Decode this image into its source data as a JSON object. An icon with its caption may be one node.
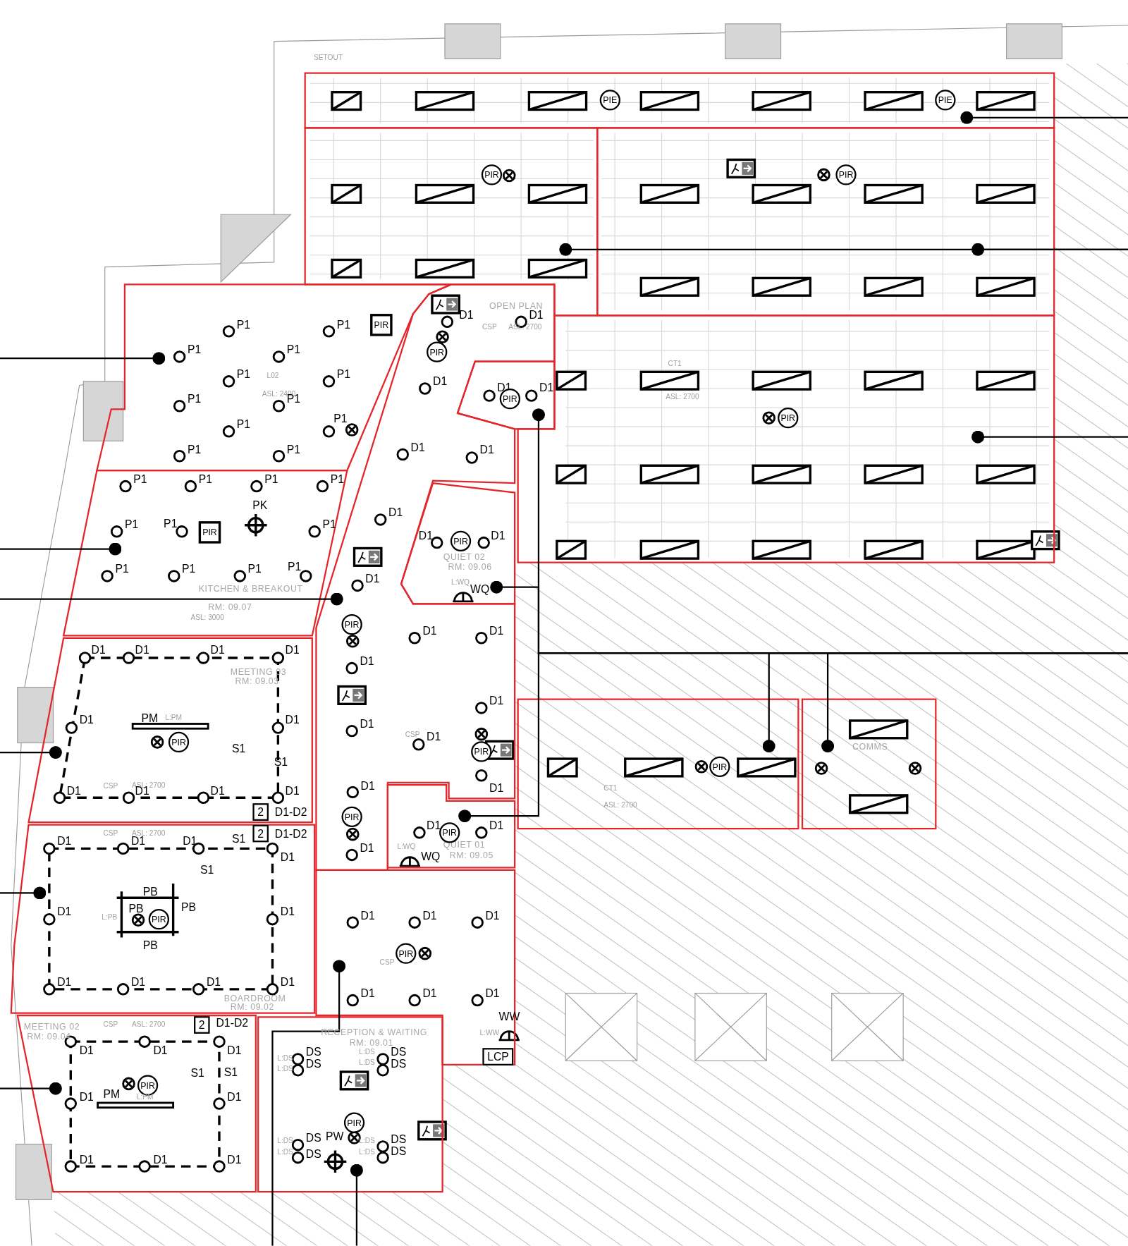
{
  "diagram": {
    "nodes": [
      {
        "text": [],
        "shape": "box"
      },
      {
        "text": [],
        "shape": "box"
      },
      {
        "text": [],
        "shape": "box"
      },
      {
        "text": [],
        "shape": "box"
      },
      {
        "text": [
          "OPEN PLAN"
        ]
      },
      {
        "text": [],
        "shape": "box"
      },
      {
        "text": [],
        "shape": "box"
      },
      {
        "text": [
          "KITCHEN & BREAKOUT",
          "RM: 09.07"
        ]
      },
      {
        "text": [
          "QUIET 02",
          "RM: 09.06"
        ]
      },
      {
        "text": [
          "MEETING 03",
          "RM: 09.03"
        ]
      },
      {
        "text": [
          "QUIET 01",
          "RM: 09.05"
        ]
      },
      {
        "text": [],
        "shape": "box"
      },
      {
        "text": [
          "COMMS"
        ]
      },
      {
        "text": [
          "BOARDROOM",
          "RM: 09.02"
        ]
      },
      {
        "text": [],
        "shape": "box"
      },
      {
        "text": [
          "MEETING 02",
          "RM: 09.04"
        ]
      },
      {
        "text": [
          "RECEPTION & WAITING",
          "RM: 09.01"
        ]
      }
    ],
    "edges": [
      {
        "from": null,
        "to": 0,
        "arrow": "other"
      },
      {
        "from": null,
        "to": 2,
        "arrow": "other"
      },
      {
        "from": null,
        "to": 1,
        "arrow": "other"
      },
      {
        "from": null,
        "to": 6,
        "arrow": "other"
      },
      {
        "from": null,
        "to": 3,
        "arrow": "other"
      },
      {
        "from": null,
        "to": 7,
        "arrow": "other"
      },
      {
        "from": null,
        "to": 4,
        "arrow": "other"
      },
      {
        "from": null,
        "to": 9,
        "arrow": "other"
      },
      {
        "from": null,
        "to": 13,
        "arrow": "other"
      },
      {
        "from": null,
        "to": 15,
        "arrow": "other"
      },
      {
        "from": null,
        "to": 5,
        "arrow": "other"
      },
      {
        "from": null,
        "to": 8,
        "arrow": "other"
      },
      {
        "from": null,
        "to": 10,
        "arrow": "other"
      },
      {
        "from": null,
        "to": 11,
        "arrow": "other"
      },
      {
        "from": null,
        "to": 12,
        "arrow": "other"
      },
      {
        "from": null,
        "to": 14,
        "arrow": "other"
      },
      {
        "from": null,
        "to": 16,
        "arrow": "other"
      }
    ],
    "labels": [
      "SETOUT",
      "PIE",
      "PIE",
      "PIR",
      "PIR",
      "P1",
      "P1",
      "PIR",
      "P1",
      "P1",
      "P1",
      "P1",
      "L02",
      "ASL: 2400",
      "P1",
      "P1",
      "P1",
      "P1",
      "P1",
      "P1",
      "D1",
      "D1",
      "CSP",
      "ASL: 2700",
      "PIR",
      "CT1",
      "D1",
      "D1",
      "PIR",
      "D1",
      "ASL: 2700",
      "PIR",
      "D1",
      "D1",
      "P1",
      "P1",
      "P1",
      "P1",
      "PK",
      "P1",
      "P1",
      "PIR",
      "P1",
      "D1",
      "D1",
      "PIR",
      "D1",
      "P1",
      "P1",
      "P1",
      "P1",
      "D1",
      "L:WQ",
      "WQ",
      "ASL: 3000",
      "PIR",
      "D1",
      "D1",
      "D1",
      "D1",
      "D1",
      "D1",
      "D1",
      "D1",
      "D1",
      "PM",
      "L:PM",
      "D1",
      "D1",
      "CSP",
      "D1",
      "PIR",
      "S1",
      "PIR",
      "S1",
      "CT1",
      "PIR",
      "CSP",
      "ASL: 2700",
      "D1",
      "D1",
      "D1",
      "D1",
      "D1",
      "D1",
      "ASL: 2700",
      "2",
      "D1-D2",
      "PIR",
      "D1",
      "PIR",
      "D1",
      "CSP",
      "ASL: 2700",
      "2",
      "D1-D2",
      "D1",
      "D1",
      "D1",
      "S1",
      "L:WQ",
      "WQ",
      "D1",
      "D1",
      "S1",
      "PB",
      "PB",
      "PB",
      "L:PB",
      "D1",
      "PIR",
      "D1",
      "D1",
      "D1",
      "D1",
      "PB",
      "PIR",
      "CSP",
      "D1",
      "D1",
      "D1",
      "D1",
      "D1",
      "D1",
      "D1",
      "WW",
      "CSP",
      "ASL: 2700",
      "2",
      "D1-D2",
      "L:WW",
      "D1",
      "D1",
      "D1",
      "DS",
      "DS",
      "LCP",
      "L:DS",
      "L:DS",
      "DS",
      "DS",
      "L:DS",
      "L:DS",
      "S1",
      "S1",
      "PIR",
      "PM",
      "L:PM",
      "D1",
      "D1",
      "PIR",
      "L:DS",
      "DS",
      "PW",
      "L:DS",
      "DS",
      "L:DS",
      "DS",
      "L:DS",
      "DS",
      "D1",
      "D1",
      "D1"
    ]
  }
}
